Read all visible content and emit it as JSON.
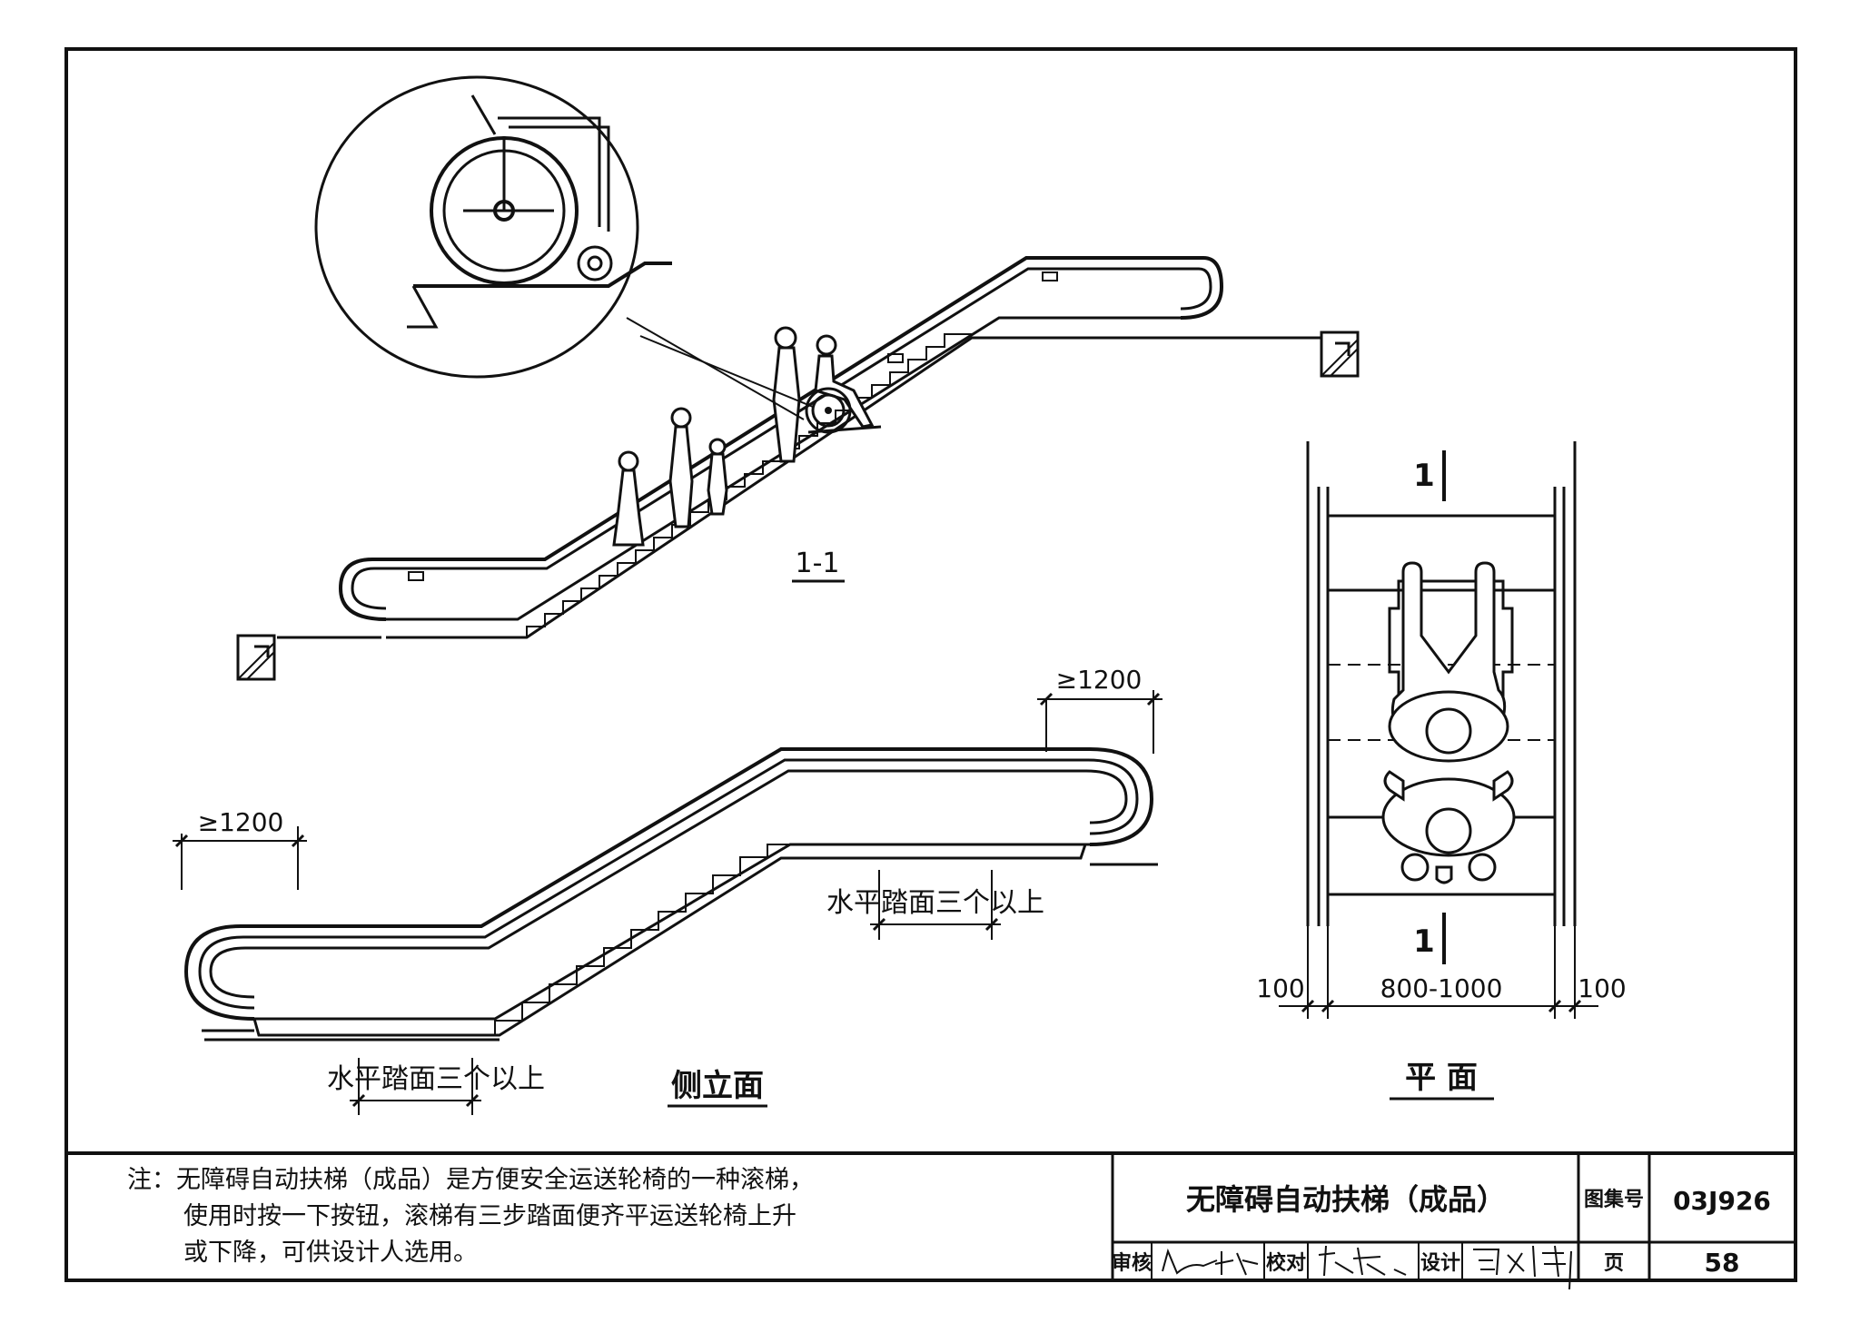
{
  "section": {
    "label": "1-1"
  },
  "elevation": {
    "title": "侧立面",
    "dim_top": "≥1200",
    "dim_left": "≥1200",
    "landing_note_upper": "水平踏面三个以上",
    "landing_note_lower": "水平踏面三个以上"
  },
  "plan": {
    "title": "平  面",
    "cut_mark_top": "1",
    "cut_mark_bottom": "1",
    "dim_left": "100",
    "dim_mid": "800-1000",
    "dim_right": "100"
  },
  "notes": {
    "line1": "注：无障碍自动扶梯（成品）是方便安全运送轮椅的一种滚梯，",
    "line2": "使用时按一下按钮，滚梯有三步踏面便齐平运送轮椅上升",
    "line3": "或下降，可供设计人选用。"
  },
  "title_block": {
    "drawing_title": "无障碍自动扶梯（成品）",
    "atlas_label": "图集号",
    "atlas_number": "03J926",
    "review_label": "审核",
    "check_label": "校对",
    "design_label": "设计",
    "page_label": "页",
    "page_number": "58"
  }
}
